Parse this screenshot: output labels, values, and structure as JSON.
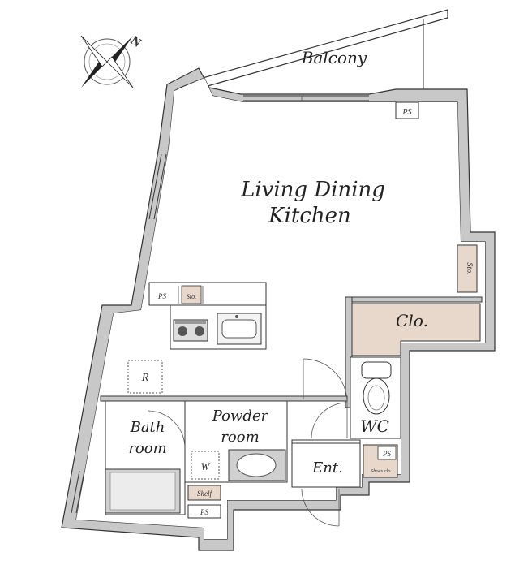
{
  "compass": {
    "north_letter": "N"
  },
  "rooms": {
    "balcony": "Balcony",
    "ldk_line1": "Living Dining",
    "ldk_line2": "Kitchen",
    "closet": "Clo.",
    "storage_right": "Sto.",
    "storage_kitchen": "Sto.",
    "bath_line1": "Bath",
    "bath_line2": "room",
    "powder_line1": "Powder",
    "powder_line2": "room",
    "wc": "WC",
    "entrance": "Ent.",
    "shoes_closet": "Shoes clo.",
    "shelf": "Shelf",
    "washer": "W",
    "refrigerator": "R",
    "ps_top": "PS",
    "ps_kitchen": "PS",
    "ps_entrance": "PS",
    "ps_bottom": "PS"
  },
  "colors": {
    "wall": "#c8c8c8",
    "closet_fill": "#e8d8cc",
    "storage_fill": "#e8d8cc"
  }
}
